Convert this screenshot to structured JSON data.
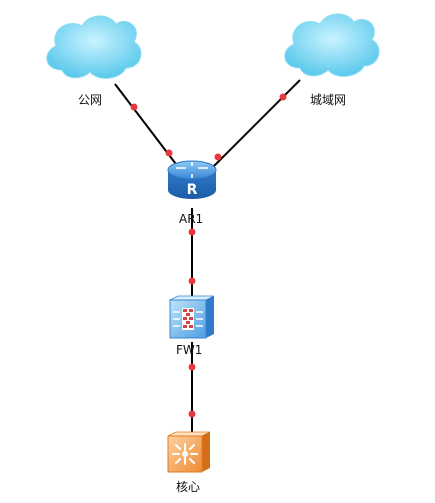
{
  "nodes": {
    "cloud_left": {
      "label": "公网",
      "icon": "cloud-icon"
    },
    "cloud_right": {
      "label": "城域网",
      "icon": "cloud-icon"
    },
    "router": {
      "label": "AR1",
      "icon": "router-icon",
      "glyph": "R"
    },
    "firewall": {
      "label": "FW1",
      "icon": "firewall-icon"
    },
    "core_switch": {
      "label": "核心",
      "icon": "switch-icon"
    }
  },
  "links": [
    {
      "from": "公网",
      "to": "AR1"
    },
    {
      "from": "城域网",
      "to": "AR1"
    },
    {
      "from": "AR1",
      "to": "FW1"
    },
    {
      "from": "FW1",
      "to": "核心"
    }
  ],
  "colors": {
    "link": "#000000",
    "port_dot": "#e8383d",
    "cloud": "#6fd3ee",
    "router": "#3f8fd8",
    "firewall": "#5aa9e6",
    "switch": "#f2994a"
  }
}
